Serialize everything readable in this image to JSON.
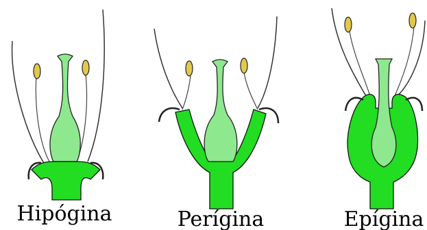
{
  "labels": {
    "hypogynous": "Hipógina",
    "perigynous": "Perígina",
    "epigynous": "Epígina"
  },
  "colors": {
    "receptacle": "#22dd22",
    "pistil": "#8ee88e",
    "anther": "#e4c84a",
    "outline": "#111111",
    "sepal": "#222222"
  }
}
